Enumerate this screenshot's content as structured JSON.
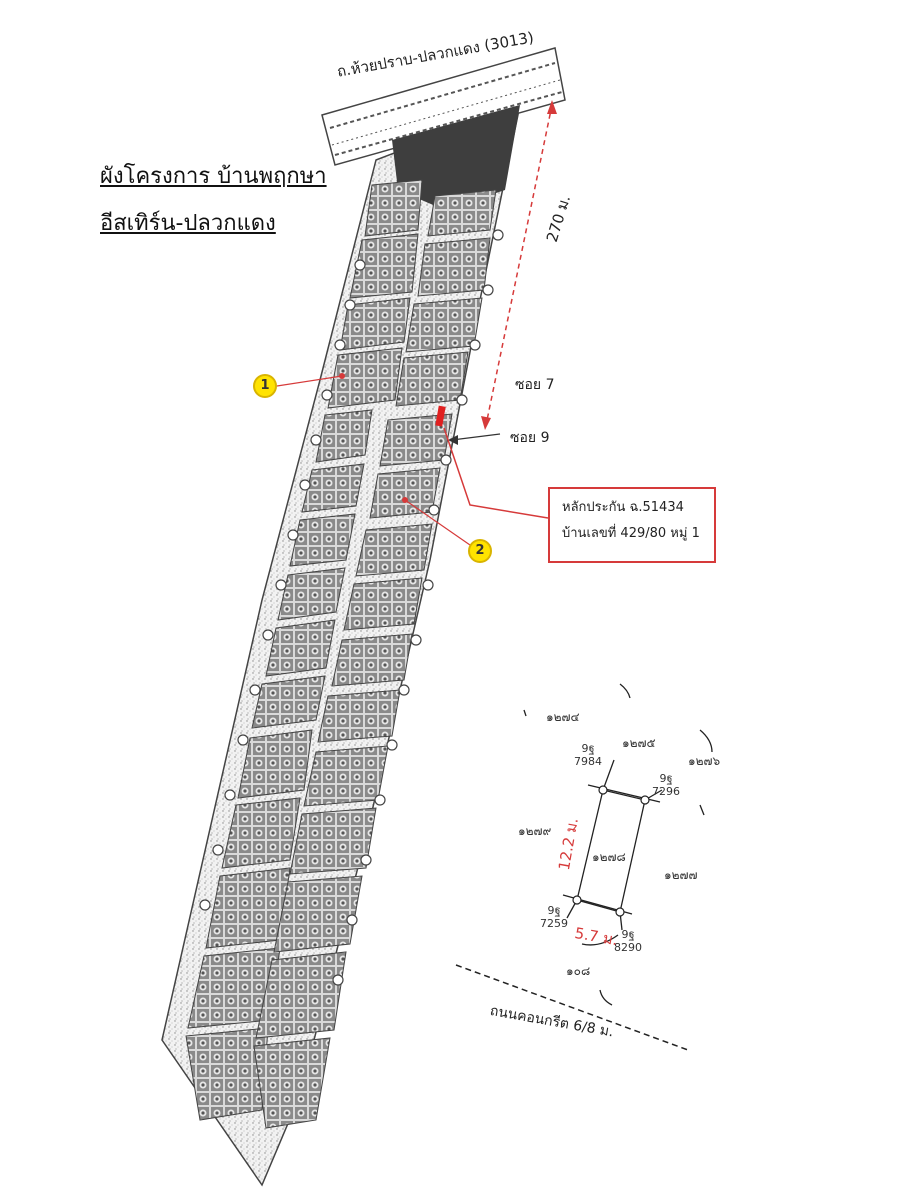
{
  "title": {
    "line1": "ผังโครงการ บ้านพฤกษา",
    "line2": "อีสเทิร์น-ปลวกแดง"
  },
  "main_road": "ถ.ห้วยปราบ-ปลวกแดง (3013)",
  "distance_label": "270 ม.",
  "soi_labels": {
    "soi7": "ซอย 7",
    "soi9": "ซอย 9"
  },
  "callout": {
    "line1": "หลักประกัน ฉ.51434",
    "line2": "บ้านเลขที่ 429/80 หมู่ 1"
  },
  "markers": [
    "1",
    "2"
  ],
  "parcel_detail": {
    "neighbors": {
      "top_left": "๑๒๗๔",
      "top_mid": "๑๒๗๕",
      "top_right": "๑๒๗๖",
      "left": "๑๒๗๙",
      "subject": "๑๒๗๘",
      "right": "๑๒๗๗",
      "bottom": "๑๐๘"
    },
    "pins": {
      "tl": [
        "9ฐ",
        "7984"
      ],
      "tr": [
        "9ฐ",
        "7296"
      ],
      "bl": [
        "9ฐ",
        "7259"
      ],
      "br": [
        "9ฐ",
        "8290"
      ]
    },
    "depth": "12.2 ม.",
    "width": "5.7 ม.",
    "road": "ถนนคอนกรีต 6/8 ม."
  },
  "colors": {
    "highlight": "#d63a3a",
    "marker": "#ffe300",
    "ink": "#333333"
  }
}
